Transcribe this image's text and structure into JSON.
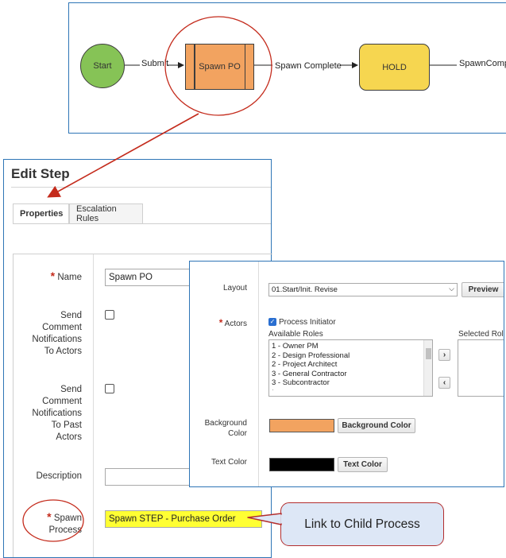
{
  "workflow": {
    "nodes": {
      "start": "Start",
      "spawn_po": "Spawn PO",
      "hold": "HOLD"
    },
    "edges": {
      "submit": "Submit",
      "spawn_complete": "Spawn Complete",
      "spawn_comp_cut": "SpawnComp"
    },
    "colors": {
      "start": "#86c356",
      "spawn_po": "#f2a360",
      "hold": "#f6d650",
      "highlight": "#c42b1c"
    }
  },
  "edit_step": {
    "title": "Edit Step",
    "tabs": [
      {
        "label": "Properties",
        "active": true
      },
      {
        "label": "Escalation Rules",
        "active": false
      }
    ],
    "fields": {
      "name_label": "Name",
      "name_value": "Spawn PO",
      "send_comment_label": "Send Comment Notifications To Actors",
      "send_comment_past_label": "Send Comment Notifications To Past Actors",
      "description_label": "Description",
      "description_value": "",
      "spawn_process_label": "Spawn Process",
      "spawn_process_value": "Spawn STEP - Purchase Order"
    },
    "required_mark": "*"
  },
  "popup": {
    "layout_label": "Layout",
    "layout_value": "01.Start/Init. Revise",
    "preview_button": "Preview",
    "actors_label": "Actors",
    "process_initiator_label": "Process Initiator",
    "process_initiator_checked": true,
    "available_roles_label": "Available Roles",
    "selected_roles_label": "Selected Rol",
    "available_roles": [
      "1 - Owner PM",
      "2 - Design Professional",
      "2 - Project Architect",
      "3 - General Contractor",
      "3 - Subcontractor"
    ],
    "move_right": "›",
    "move_left": "‹",
    "background_color_label": "Background Color",
    "background_color_button": "Background Color",
    "background_color_value": "#f2a360",
    "text_color_label": "Text Color",
    "text_color_button": "Text Color",
    "text_color_value": "#000000"
  },
  "callout": {
    "text": "Link to Child Process"
  }
}
